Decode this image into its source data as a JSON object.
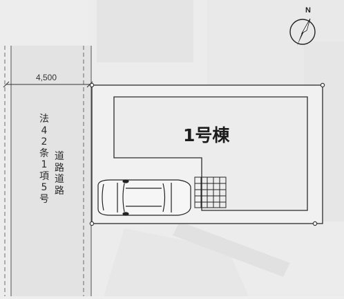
{
  "road": {
    "width_label": "4,500",
    "type_label_main": "法42条1項5号",
    "type_label_sub": "道路道路"
  },
  "building": {
    "label": "1号棟"
  },
  "compass": {
    "north_label": "N"
  },
  "colors": {
    "background": "#eeeeee",
    "road_fill": "#e3e3e3",
    "lot_fill": "#f1f1f1",
    "building_fill": "#ececec",
    "line": "#3a3a3a",
    "dashed_line": "#6a6a6a"
  },
  "icons": [
    "compass-icon",
    "car-icon",
    "parking-grid-icon"
  ]
}
